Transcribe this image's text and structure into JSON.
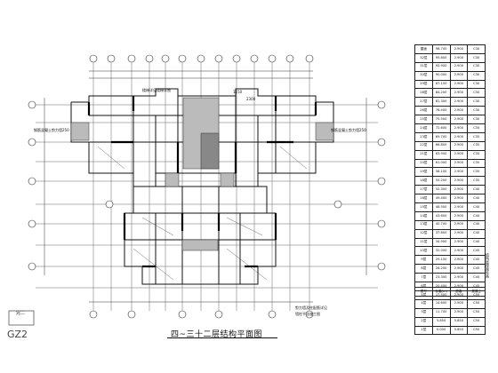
{
  "drawing": {
    "title": "四~三十二层结构平面图",
    "detail_label": "GZ2",
    "detail_stub": "完二"
  },
  "table": {
    "rows": [
      [
        "屋面",
        "98.700",
        "2.900",
        "C30"
      ],
      [
        "32层",
        "95.800",
        "2.900",
        "C30"
      ],
      [
        "31层",
        "92.900",
        "2.900",
        "C30"
      ],
      [
        "30层",
        "90.000",
        "2.900",
        "C30"
      ],
      [
        "29层",
        "87.100",
        "2.900",
        "C30"
      ],
      [
        "28层",
        "84.200",
        "2.900",
        "C30"
      ],
      [
        "27层",
        "81.300",
        "2.900",
        "C30"
      ],
      [
        "26层",
        "78.400",
        "2.900",
        "C30"
      ],
      [
        "25层",
        "75.500",
        "2.900",
        "C30"
      ],
      [
        "24层",
        "72.600",
        "2.900",
        "C35"
      ],
      [
        "23层",
        "69.700",
        "2.900",
        "C35"
      ],
      [
        "22层",
        "66.800",
        "2.900",
        "C35"
      ],
      [
        "21层",
        "63.900",
        "2.900",
        "C35"
      ],
      [
        "20层",
        "61.000",
        "2.900",
        "C35"
      ],
      [
        "19层",
        "58.100",
        "2.900",
        "C35"
      ],
      [
        "18层",
        "55.200",
        "2.900",
        "C35"
      ],
      [
        "17层",
        "52.300",
        "2.900",
        "C40"
      ],
      [
        "16层",
        "49.400",
        "2.900",
        "C40"
      ],
      [
        "15层",
        "46.500",
        "2.900",
        "C40"
      ],
      [
        "14层",
        "43.600",
        "2.900",
        "C40"
      ],
      [
        "13层",
        "40.700",
        "2.900",
        "C40"
      ],
      [
        "12层",
        "37.800",
        "2.900",
        "C40"
      ],
      [
        "11层",
        "34.900",
        "2.900",
        "C40"
      ],
      [
        "10层",
        "32.000",
        "2.900",
        "C45"
      ],
      [
        "9层",
        "29.100",
        "2.900",
        "C45"
      ],
      [
        "8层",
        "26.200",
        "2.900",
        "C45"
      ],
      [
        "7层",
        "23.300",
        "2.900",
        "C45"
      ],
      [
        "6层",
        "20.400",
        "2.900",
        "C45"
      ],
      [
        "5层",
        "17.500",
        "2.900",
        "C50"
      ],
      [
        "4层",
        "14.600",
        "2.900",
        "C50"
      ],
      [
        "3层",
        "11.700",
        "2.900",
        "C50"
      ],
      [
        "2层",
        "5.850",
        "5.850",
        "C50"
      ],
      [
        "1层",
        "0.000",
        "5.850",
        "C50"
      ]
    ],
    "foot": [
      "层号",
      "标高(m)",
      "层高",
      "混凝土"
    ],
    "side_label": "结构层楼面标高"
  },
  "dims": {
    "top_a": "1150",
    "top_b": "2300",
    "left_tag": "钢筋混凝土剪力墙250",
    "right_tag": "钢筋混凝土剪力墙250",
    "stair_note": "楼梯详见楼梯详图"
  },
  "notes": {
    "n1": "剪力墙及柱配筋详见",
    "n2": "墙柱平法施工图"
  }
}
